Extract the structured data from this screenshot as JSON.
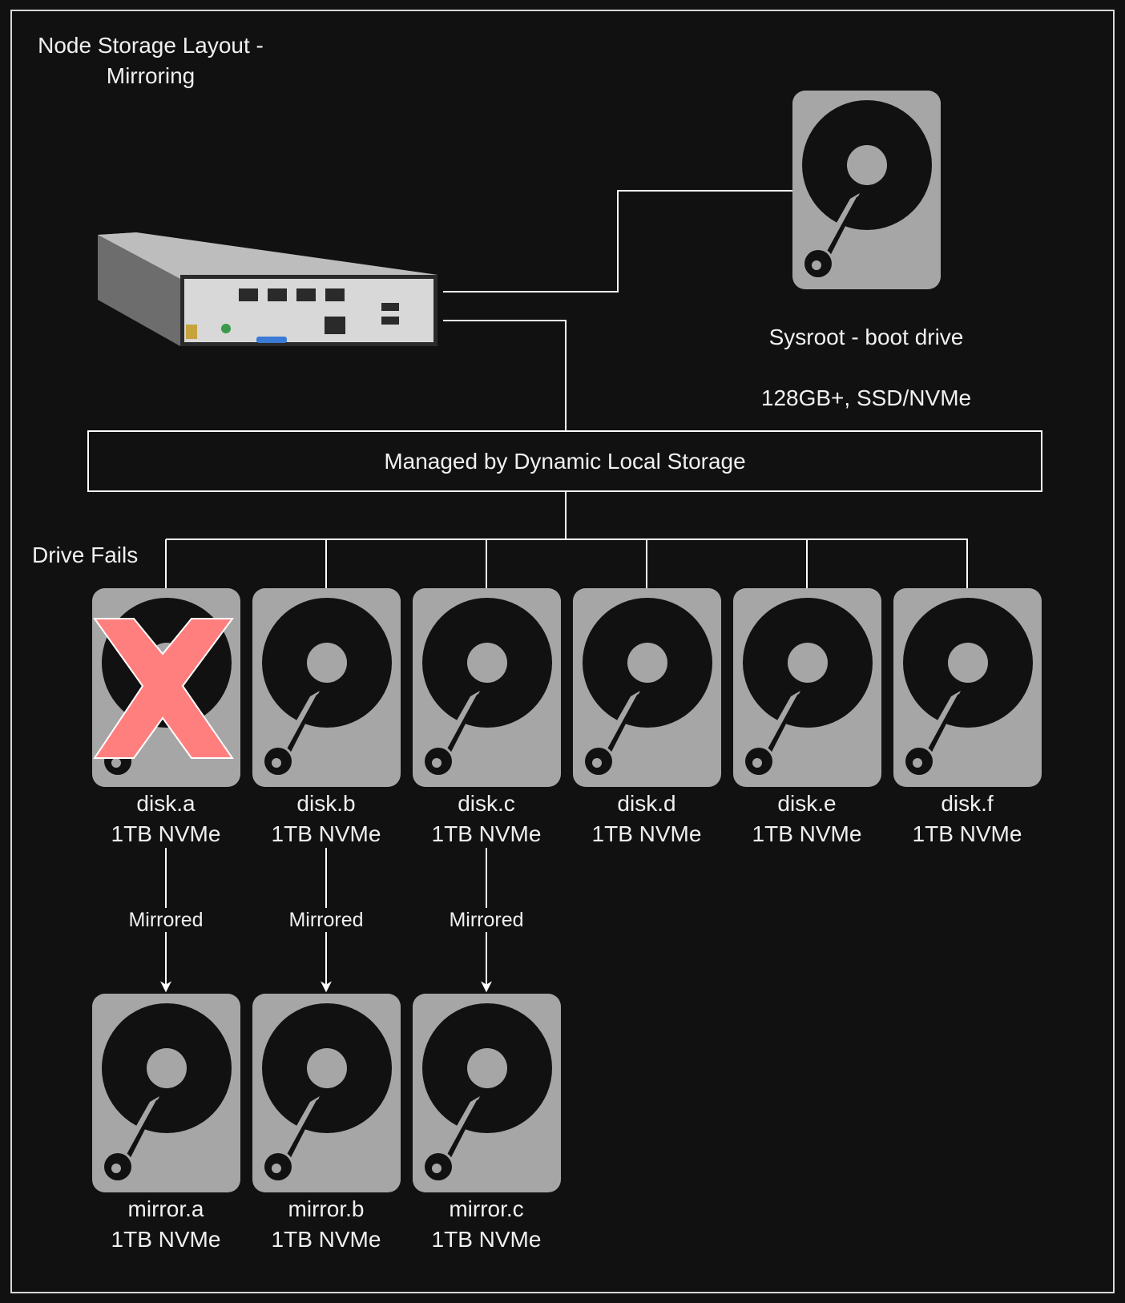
{
  "title": "Node Storage Layout -\nMirroring",
  "boot_drive": {
    "name": "Sysroot - boot drive",
    "spec": "128GB+, SSD/NVMe",
    "icon": "hard-drive-icon"
  },
  "server_icon": "server-chassis-icon",
  "managed_label": "Managed by Dynamic Local Storage",
  "failure_label": "Drive Fails",
  "failure_marker": {
    "icon": "x-mark-icon",
    "color": "#ff7f7f",
    "target": "disk.a"
  },
  "disks": [
    {
      "name": "disk.a",
      "spec": "1TB NVMe",
      "failed": true
    },
    {
      "name": "disk.b",
      "spec": "1TB NVMe",
      "failed": false
    },
    {
      "name": "disk.c",
      "spec": "1TB NVMe",
      "failed": false
    },
    {
      "name": "disk.d",
      "spec": "1TB NVMe",
      "failed": false
    },
    {
      "name": "disk.e",
      "spec": "1TB NVMe",
      "failed": false
    },
    {
      "name": "disk.f",
      "spec": "1TB NVMe",
      "failed": false
    }
  ],
  "mirror_label": "Mirrored",
  "mirrors": [
    {
      "name": "mirror.a",
      "spec": "1TB NVMe"
    },
    {
      "name": "mirror.b",
      "spec": "1TB NVMe"
    },
    {
      "name": "mirror.c",
      "spec": "1TB NVMe"
    }
  ],
  "colors": {
    "background": "#111111",
    "drive": "#a6a6a6",
    "line": "#ffffff",
    "fail": "#ff7f7f"
  }
}
